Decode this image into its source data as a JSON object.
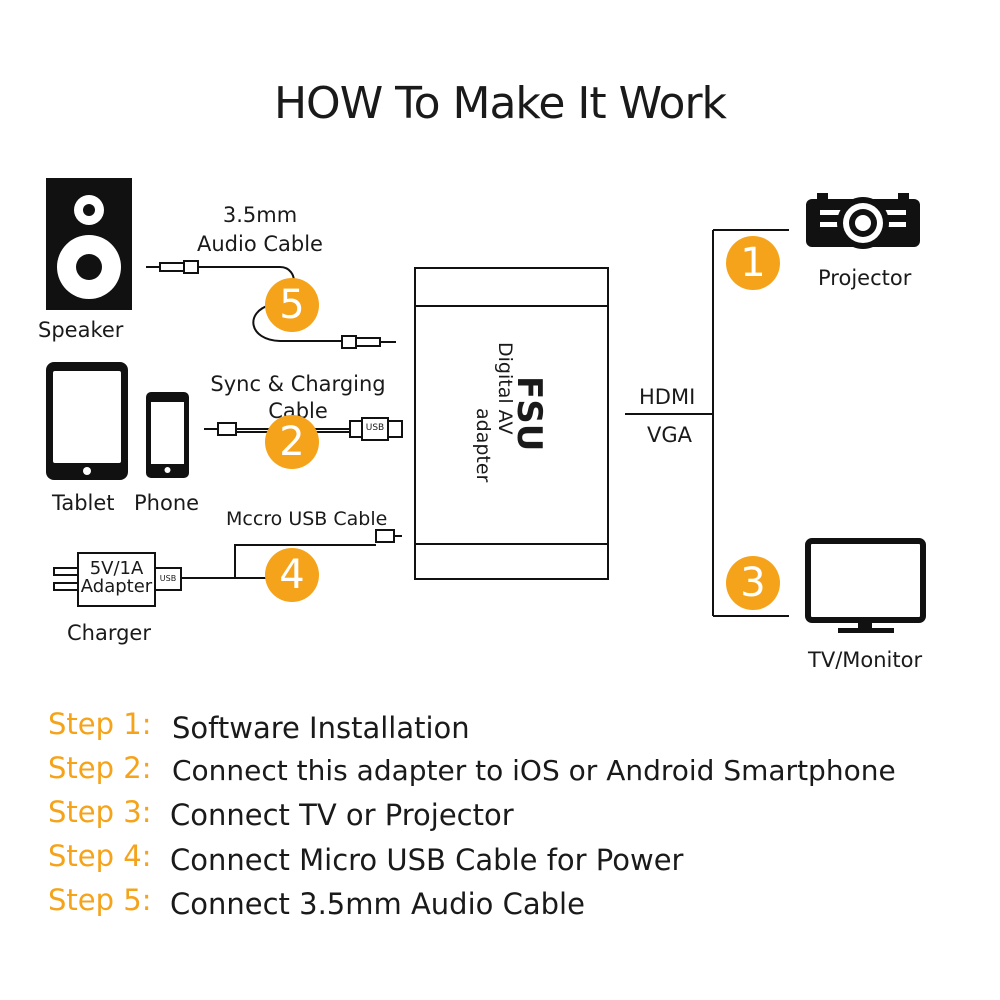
{
  "title": "HOW To Make It Work",
  "colors": {
    "accent": "#F5A31A",
    "ink": "#1a1a1a"
  },
  "devices": {
    "speaker": "Speaker",
    "tablet": "Tablet",
    "phone": "Phone",
    "charger": "Charger",
    "projector": "Projector",
    "tv": "TV/Monitor"
  },
  "cables": {
    "audio_line1": "3.5mm",
    "audio_line2": "Audio Cable",
    "sync_line1": "Sync & Charging",
    "sync_line2": "Cable",
    "micro": "Mccro USB Cable",
    "usb_plug": "USB"
  },
  "charger_text": {
    "line1": "5V/1A",
    "line2": "Adapter",
    "usb": "USB"
  },
  "adapter": {
    "brand": "FSU",
    "line1": "Digital AV",
    "line2": "adapter"
  },
  "outputs": {
    "hdmi": "HDMI",
    "vga": "VGA"
  },
  "badges": [
    "1",
    "2",
    "3",
    "4",
    "5"
  ],
  "steps": [
    {
      "label": "Step 1:",
      "text": "Software Installation"
    },
    {
      "label": "Step 2:",
      "text": "Connect this adapter to iOS or Android Smartphone"
    },
    {
      "label": "Step 3:",
      "text": "Connect TV or Projector"
    },
    {
      "label": "Step 4:",
      "text": "Connect Micro USB Cable for Power"
    },
    {
      "label": "Step 5:",
      "text": "Connect 3.5mm Audio Cable"
    }
  ]
}
